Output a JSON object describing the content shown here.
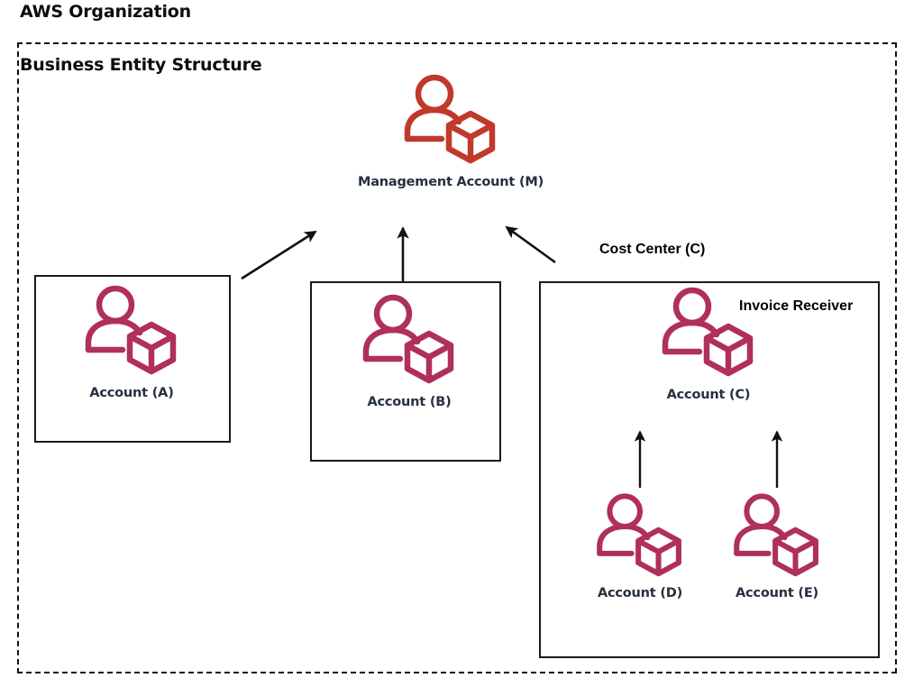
{
  "diagram": {
    "heading": "AWS Organization",
    "boundary_title": "Business Entity Structure",
    "colors": {
      "management_icon": "#C0392B",
      "member_icon": "#B0305A",
      "label_text": "#26303F",
      "plain_text": "#000000",
      "box_border": "#1A1A1A",
      "boundary_border": "#111111",
      "background": "#FFFFFF"
    }
  },
  "nodes": {
    "management": {
      "label": "Management Account (M)",
      "icon": "aws-account-icon"
    },
    "a": {
      "label": "Account (A)",
      "icon": "aws-account-icon"
    },
    "b": {
      "label": "Account (B)",
      "icon": "aws-account-icon"
    },
    "c": {
      "label": "Account (C)",
      "icon": "aws-account-icon"
    },
    "d": {
      "label": "Account (D)",
      "icon": "aws-account-icon"
    },
    "e": {
      "label": "Account (E)",
      "icon": "aws-account-icon"
    }
  },
  "groups": {
    "cost_center": {
      "label": "Cost Center (C)"
    },
    "invoice_receiver": {
      "label": "Invoice Receiver"
    }
  },
  "connections": [
    {
      "from": "a",
      "to": "management",
      "style": "arrow"
    },
    {
      "from": "b",
      "to": "management",
      "style": "arrow"
    },
    {
      "from": "cost_center",
      "to": "management",
      "style": "arrow"
    },
    {
      "from": "d",
      "to": "c",
      "style": "arrow"
    },
    {
      "from": "e",
      "to": "c",
      "style": "arrow"
    }
  ]
}
